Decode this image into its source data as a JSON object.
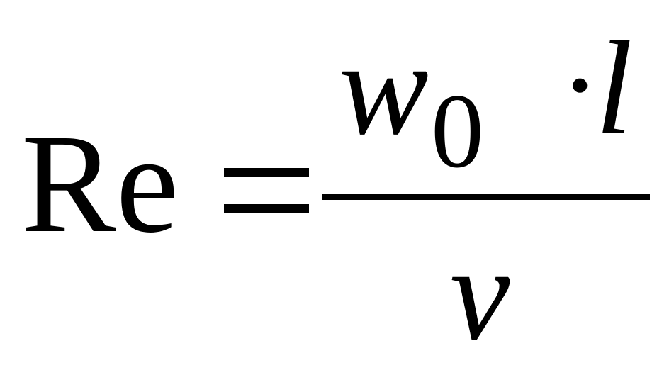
{
  "formula": {
    "lhs": "Re",
    "equals": "=",
    "numerator": {
      "var": "w",
      "subscript": "0",
      "dot": "·",
      "length": "l"
    },
    "denominator": "ν"
  }
}
